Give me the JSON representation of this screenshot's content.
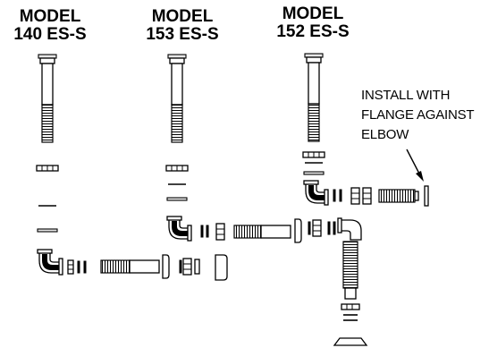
{
  "models": [
    {
      "line1": "MODEL",
      "line2": "140 ES-S"
    },
    {
      "line1": "MODEL",
      "line2": "153 ES-S"
    },
    {
      "line1": "MODEL",
      "line2": "152 ES-S"
    }
  ],
  "note": {
    "line1": "INSTALL WITH",
    "line2": "FLANGE AGAINST",
    "line3": "ELBOW"
  },
  "colors": {
    "ink": "#000000",
    "background": "#ffffff"
  }
}
